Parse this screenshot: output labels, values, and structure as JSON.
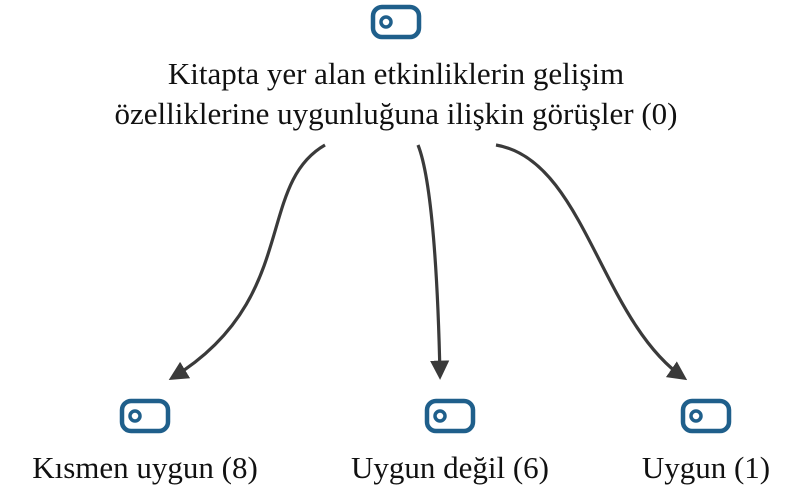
{
  "colors": {
    "icon": "#1f5f8b",
    "arrow": "#3a3a3a",
    "text": "#111111"
  },
  "root": {
    "icon": "code-tag-icon",
    "label_line1": "Kitapta yer alan etkinliklerin gelişim",
    "label_line2": "özelliklerine  uygunluğuna ilişkin görüşler (0)"
  },
  "children": [
    {
      "icon": "code-tag-icon",
      "label": "Kısmen uygun (8)"
    },
    {
      "icon": "code-tag-icon",
      "label": "Uygun değil (6)"
    },
    {
      "icon": "code-tag-icon",
      "label": "Uygun (1)"
    }
  ]
}
